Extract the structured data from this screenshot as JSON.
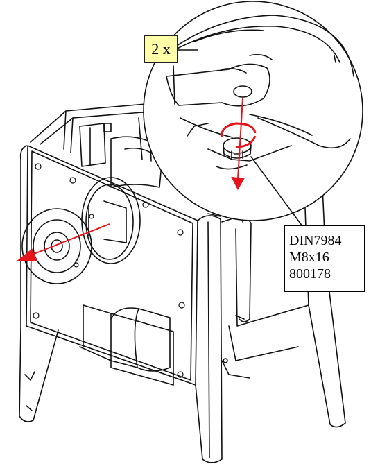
{
  "callout": {
    "quantity_label": "2 x"
  },
  "part_label": {
    "standard": "DIN7984",
    "size": "M8x16",
    "part_number": "800178"
  },
  "colors": {
    "line": "#111111",
    "arrow": "#e8141c",
    "callout_fill": "#ffffa8",
    "background": "#ffffff"
  }
}
